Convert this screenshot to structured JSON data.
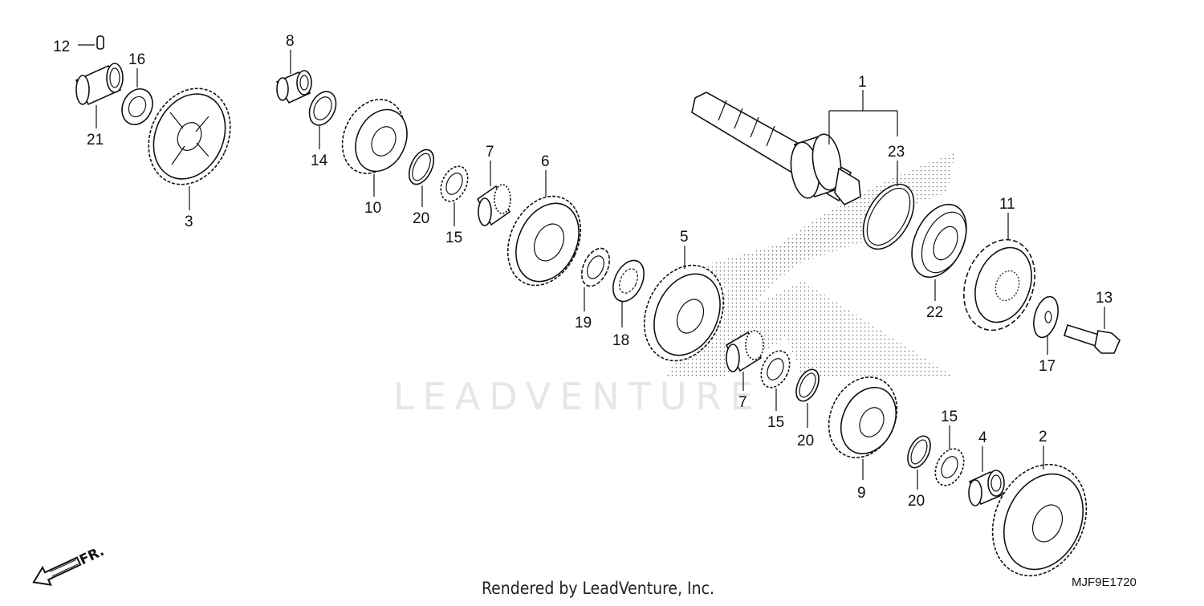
{
  "diagram": {
    "watermark": "LEADVENTURE",
    "footer": "Rendered by LeadVenture, Inc.",
    "diagram_code": "MJF9E1720",
    "direction_label": "FR.",
    "callouts": {
      "c1": "1",
      "c2": "2",
      "c3": "3",
      "c4": "4",
      "c5": "5",
      "c6": "6",
      "c7a": "7",
      "c7b": "7",
      "c8": "8",
      "c9": "9",
      "c10": "10",
      "c11": "11",
      "c12": "12",
      "c13": "13",
      "c14": "14",
      "c15a": "15",
      "c15b": "15",
      "c15c": "15",
      "c16": "16",
      "c17": "17",
      "c18": "18",
      "c19": "19",
      "c20a": "20",
      "c20b": "20",
      "c20c": "20",
      "c21": "21",
      "c22": "22",
      "c23": "23"
    }
  }
}
